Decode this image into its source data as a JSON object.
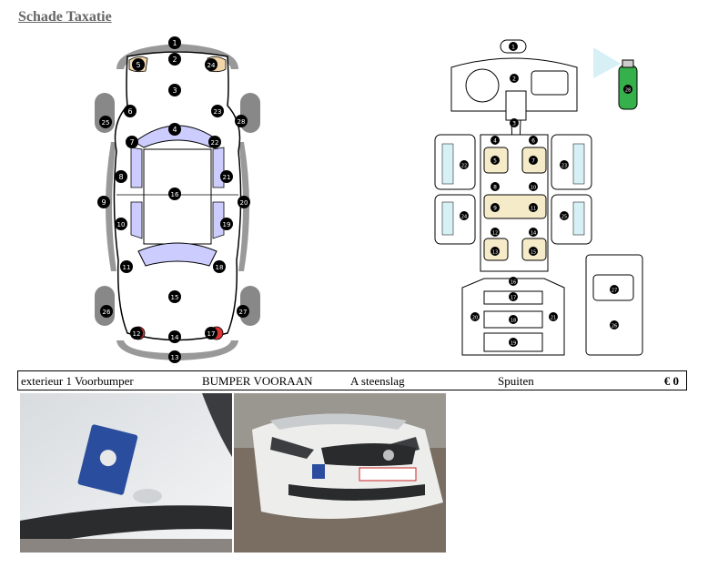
{
  "report": {
    "title": "Schade Taxatie"
  },
  "exterior_diagram": {
    "markers": [
      "1",
      "2",
      "3",
      "4",
      "5",
      "6",
      "7",
      "8",
      "9",
      "10",
      "11",
      "12",
      "13",
      "14",
      "15",
      "16",
      "17",
      "18",
      "19",
      "20",
      "21",
      "22",
      "23",
      "24",
      "25",
      "26",
      "27"
    ],
    "damaged_marker": "1"
  },
  "interior_diagram": {
    "markers": [
      "1",
      "2",
      "3",
      "4",
      "5",
      "6",
      "7",
      "8",
      "9",
      "10",
      "11",
      "12",
      "13",
      "14",
      "15",
      "16",
      "17",
      "18",
      "19",
      "20",
      "21",
      "22",
      "23",
      "24",
      "25",
      "26",
      "27",
      "28"
    ]
  },
  "damage_row": {
    "location": "exterieur 1 Voorbumper",
    "part": "BUMPER VOORAAN",
    "code_damage": "A  steenslag",
    "action": "Spuiten",
    "price": "€ 0"
  },
  "photos": [
    {
      "name": "photo-front-bumper-closeup"
    },
    {
      "name": "photo-car-front"
    }
  ],
  "colors": {
    "title": "#666666",
    "window_tint": "#ccccff",
    "wheel": "#888888",
    "lamp": "#f2d6a8",
    "seat": "#f5ebc8",
    "spray": "#35b04a"
  }
}
